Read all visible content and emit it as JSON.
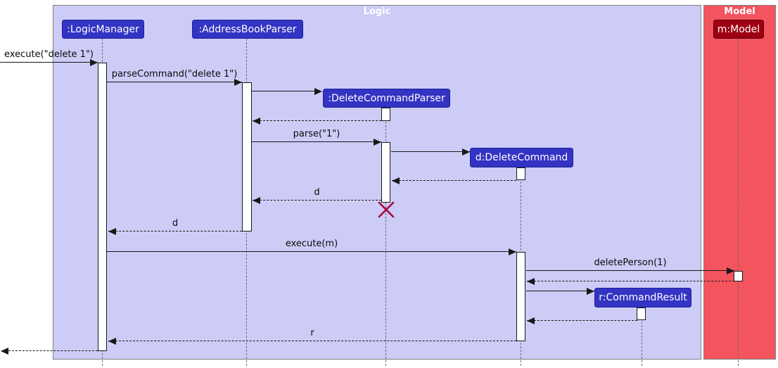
{
  "frames": {
    "logic": {
      "title": "Logic"
    },
    "model": {
      "title": "Model"
    }
  },
  "participants": [
    {
      "id": "logic-manager",
      "name": ":LogicManager",
      "group": "logic"
    },
    {
      "id": "address-book-parser",
      "name": ":AddressBookParser",
      "group": "logic"
    },
    {
      "id": "delete-command-parser",
      "name": ":DeleteCommandParser",
      "group": "logic"
    },
    {
      "id": "delete-command",
      "name": "d:DeleteCommand",
      "group": "logic"
    },
    {
      "id": "command-result",
      "name": "r:CommandResult",
      "group": "logic"
    },
    {
      "id": "model",
      "name": "m:Model",
      "group": "model"
    }
  ],
  "messages": [
    {
      "label": "execute(\"delete 1\")",
      "type": "sync",
      "from": "external",
      "to": ":LogicManager"
    },
    {
      "label": "parseCommand(\"delete 1\")",
      "type": "sync",
      "from": ":LogicManager",
      "to": ":AddressBookParser"
    },
    {
      "label": "",
      "type": "create",
      "from": ":AddressBookParser",
      "to": ":DeleteCommandParser"
    },
    {
      "label": "",
      "type": "return",
      "from": ":DeleteCommandParser",
      "to": ":AddressBookParser"
    },
    {
      "label": "parse(\"1\")",
      "type": "sync",
      "from": ":AddressBookParser",
      "to": ":DeleteCommandParser"
    },
    {
      "label": "",
      "type": "create",
      "from": ":DeleteCommandParser",
      "to": "d:DeleteCommand"
    },
    {
      "label": "",
      "type": "return",
      "from": "d:DeleteCommand",
      "to": ":DeleteCommandParser"
    },
    {
      "label": "d",
      "type": "return",
      "from": ":DeleteCommandParser",
      "to": ":AddressBookParser"
    },
    {
      "label": "d",
      "type": "return",
      "from": ":AddressBookParser",
      "to": ":LogicManager"
    },
    {
      "label": "execute(m)",
      "type": "sync",
      "from": ":LogicManager",
      "to": "d:DeleteCommand"
    },
    {
      "label": "deletePerson(1)",
      "type": "sync",
      "from": "d:DeleteCommand",
      "to": "m:Model"
    },
    {
      "label": "",
      "type": "return",
      "from": "m:Model",
      "to": "d:DeleteCommand"
    },
    {
      "label": "",
      "type": "create",
      "from": "d:DeleteCommand",
      "to": "r:CommandResult"
    },
    {
      "label": "",
      "type": "return",
      "from": "r:CommandResult",
      "to": "d:DeleteCommand"
    },
    {
      "label": "r",
      "type": "return",
      "from": "d:DeleteCommand",
      "to": ":LogicManager"
    },
    {
      "label": "",
      "type": "return",
      "from": ":LogicManager",
      "to": "external"
    }
  ],
  "destroy": {
    "on": ":DeleteCommandParser"
  },
  "colors": {
    "page_background": "#FFFFFF",
    "logic_frame_fill": "#CCCCF7",
    "model_frame_fill": "#F4545E",
    "frame_border": "#808080",
    "frame_title_text": "#FFFFFF",
    "logic_participant_fill": "#3333C4",
    "logic_participant_border": "#20209A",
    "model_participant_fill": "#9D0012",
    "model_participant_border": "#5A000A",
    "participant_text": "#FFFFFF",
    "message_line": "#181818",
    "message_text": "#0A0A0A",
    "lifeline": "#6A6A6A",
    "activation_fill": "#FFFFFF",
    "activation_border": "#181818",
    "destroy_x": "#A80036"
  }
}
